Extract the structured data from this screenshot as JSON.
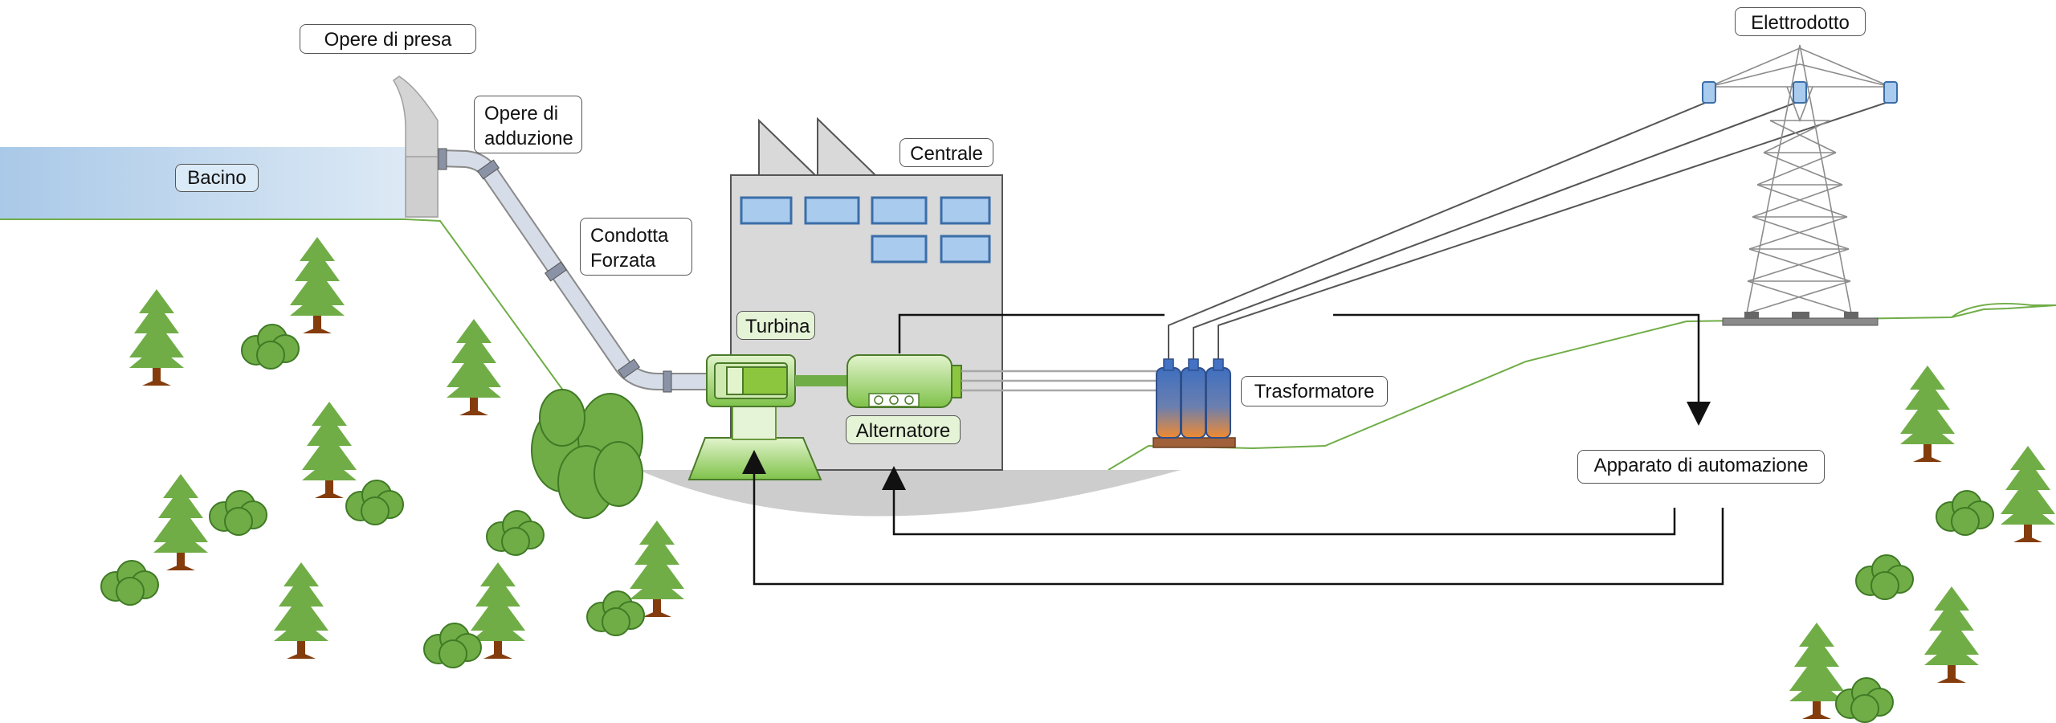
{
  "diagram": {
    "labels": {
      "opere_di_presa": "Opere di presa",
      "opere_di_adduzione": "Opere di adduzione",
      "bacino": "Bacino",
      "condotta_forzata": "Condotta Forzata",
      "centrale": "Centrale",
      "turbina": "Turbina",
      "alternatore": "Alternatore",
      "trasformatore": "Trasformatore",
      "elettrodotto": "Elettrodotto",
      "apparato_di_automazione": "Apparato di automazione"
    },
    "colors": {
      "water": "#bdd7ee",
      "building": "#d9d9d9",
      "window": "#a9cbee",
      "machine_green": "#8cc63f",
      "tree_green": "#70ad47",
      "trunk": "#843c0c",
      "transformer_blue": "#4472c4",
      "transformer_orange": "#ed7d31",
      "ground_line": "#70ad47"
    }
  }
}
